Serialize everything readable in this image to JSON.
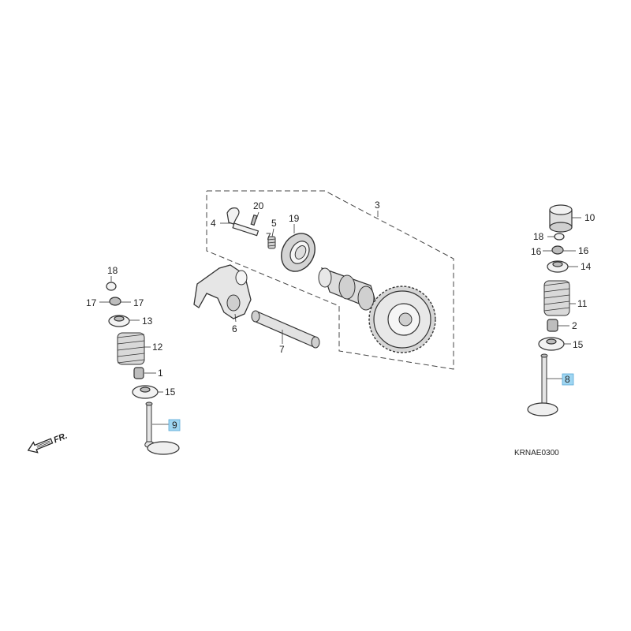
{
  "labels": {
    "p1": "1",
    "p2": "2",
    "p3": "3",
    "p4": "4",
    "p5": "5",
    "p6": "6",
    "p7a": "7",
    "p7b": "7",
    "p8": "8",
    "p9": "9",
    "p10": "10",
    "p11": "11",
    "p12": "12",
    "p13": "13",
    "p14": "14",
    "p15a": "15",
    "p15b": "15",
    "p16a": "16",
    "p16b": "16",
    "p17a": "17",
    "p17b": "17",
    "p18a": "18",
    "p18b": "18",
    "p19": "19",
    "p20": "20"
  },
  "front_marker": "FR.",
  "diagram_code": "KRNAE0300",
  "colors": {
    "highlight": "#9fd6f2",
    "line": "#333333"
  }
}
